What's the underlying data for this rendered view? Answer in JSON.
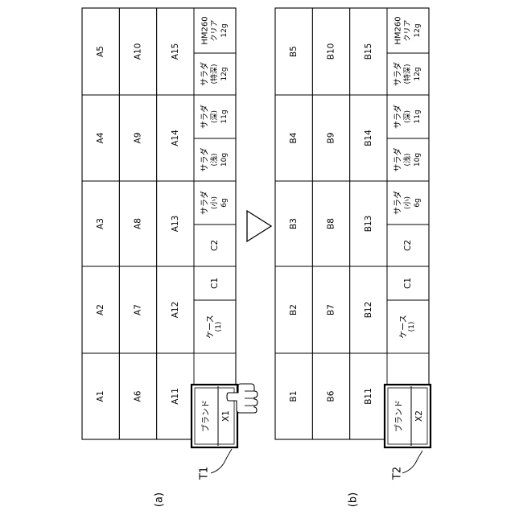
{
  "figure": {
    "panel_a_label": "(a)",
    "panel_b_label": "(b)",
    "callout_a": "T1",
    "callout_b": "T2"
  },
  "panel_a": {
    "rows": [
      [
        "A1",
        "A2",
        "A3",
        "A4",
        "A5"
      ],
      [
        "A6",
        "A7",
        "A8",
        "A9",
        "A10"
      ],
      [
        "A11",
        "A12",
        "A13",
        "A14",
        "A15"
      ]
    ],
    "brand_header": "ブランド",
    "brand_value": "X1",
    "bottom_cells": [
      {
        "lines": [
          "ケース",
          "(1)"
        ]
      },
      {
        "lines": [
          "C1"
        ]
      },
      {
        "lines": [
          "C2"
        ]
      },
      {
        "lines": [
          "サラダ",
          "(小)",
          "6g"
        ]
      },
      {
        "lines": [
          "サラダ",
          "(浅)",
          "10g"
        ]
      },
      {
        "lines": [
          "サラダ",
          "(深)",
          "11g"
        ]
      },
      {
        "lines": [
          "サラダ",
          "(特深)",
          "12g"
        ]
      },
      {
        "lines": [
          "HM260",
          "クリア",
          "12g"
        ]
      }
    ]
  },
  "panel_b": {
    "rows": [
      [
        "B1",
        "B2",
        "B3",
        "B4",
        "B5"
      ],
      [
        "B6",
        "B7",
        "B8",
        "B9",
        "B10"
      ],
      [
        "B11",
        "B12",
        "B13",
        "B14",
        "B15"
      ]
    ],
    "brand_header": "ブランド",
    "brand_value": "X2",
    "bottom_cells": [
      {
        "lines": [
          "ケース",
          "(1)"
        ]
      },
      {
        "lines": [
          "C1"
        ]
      },
      {
        "lines": [
          "C2"
        ]
      },
      {
        "lines": [
          "サラダ",
          "(小)",
          "6g"
        ]
      },
      {
        "lines": [
          "サラダ",
          "(浅)",
          "10g"
        ]
      },
      {
        "lines": [
          "サラダ",
          "(深)",
          "11g"
        ]
      },
      {
        "lines": [
          "サラダ",
          "(特深)",
          "12g"
        ]
      },
      {
        "lines": [
          "HM260",
          "クリア",
          "12g"
        ]
      }
    ]
  },
  "icons": {
    "transition": "triangle-arrow-icon",
    "touch": "pointing-hand-icon"
  }
}
